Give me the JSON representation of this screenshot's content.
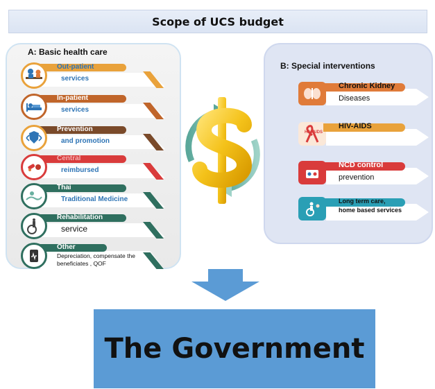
{
  "title": "Scope of UCS budget",
  "basic_care": {
    "heading": "A: Basic health care",
    "items": [
      {
        "line1": "Out-patient",
        "line2": "services",
        "icon": "outpatient-icon",
        "color": "#e9a23b",
        "text1_color": "#2e74b5",
        "text2_color": "#2e74b5"
      },
      {
        "line1": "In-patient",
        "line2": "services",
        "icon": "inpatient-icon",
        "color": "#c0652a",
        "text1_color": "#ffffff",
        "text2_color": "#2e74b5"
      },
      {
        "line1": "Prevention",
        "line2": "and promotion",
        "icon": "prevention-icon",
        "color": "#7a4a2a",
        "text1_color": "#ffffff",
        "text2_color": "#2e74b5"
      },
      {
        "line1": "Central",
        "line2": "reimbursed",
        "icon": "central-icon",
        "color": "#d93b3b",
        "text1_color": "#f3b0b0",
        "text2_color": "#2e74b5"
      },
      {
        "line1": "Thai",
        "line2": "Traditional Medicine",
        "icon": "thai-medicine-icon",
        "color": "#2f6f5f",
        "text1_color": "#ffffff",
        "text2_color": "#2e74b5"
      },
      {
        "line1": "Rehabilitation",
        "line2": "service",
        "icon": "rehabilitation-icon",
        "color": "#2f6f5f",
        "text1_color": "#ffffff",
        "text2_color": "#111111"
      },
      {
        "line1": "Other",
        "line2": "Depreciation, compensate the beneficiates , QOF",
        "icon": "other-icon",
        "color": "#2f6f5f",
        "text1_color": "#ffffff",
        "text2_color": "#111111"
      }
    ]
  },
  "special": {
    "heading": "B: Special interventions",
    "items": [
      {
        "line1": "Chronic Kidney",
        "line2": "Diseases",
        "icon": "kidney-icon",
        "color": "#e07b39"
      },
      {
        "line1": "HIV-AIDS",
        "line2": "",
        "icon": "hiv-ribbon-icon",
        "icon_text": "HIV-AIDS",
        "color": "#e9a23b"
      },
      {
        "line1": "NCD control",
        "line2": "prevention",
        "icon": "ncd-icon",
        "color": "#d93b3b"
      },
      {
        "line1": "Long term care,",
        "line2": "home based services",
        "icon": "longterm-care-icon",
        "color": "#2a9fb5"
      }
    ]
  },
  "government": "The Government"
}
